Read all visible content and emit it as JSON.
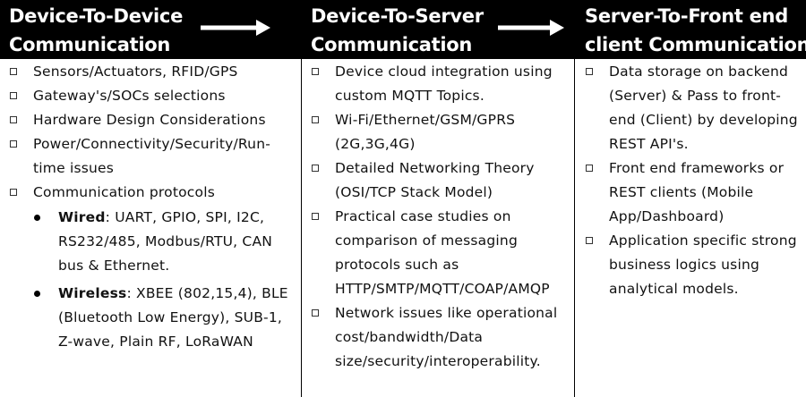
{
  "headers": [
    {
      "line1": "Device-To-Device",
      "line2": "Communication"
    },
    {
      "line1": "Device-To-Server",
      "line2": "Communication"
    },
    {
      "line1": "Server-To-Front end",
      "line2": "client Communication"
    }
  ],
  "columns": [
    {
      "items": [
        "Sensors/Actuators, RFID/GPS",
        "Gateway's/SOCs selections",
        "Hardware Design Considerations",
        "Power/Connectivity/Security/Run-time issues",
        "Communication protocols"
      ],
      "subitems": [
        {
          "label": "Wired",
          "text": ": UART, GPIO, SPI, I2C, RS232/485, Modbus/RTU, CAN bus & Ethernet."
        },
        {
          "label": "Wireless",
          "text": ": XBEE (802,15,4), BLE (Bluetooth Low Energy), SUB-1, Z-wave, Plain RF, LoRaWAN"
        }
      ]
    },
    {
      "items": [
        "Device cloud integration using custom MQTT Topics.",
        "Wi-Fi/Ethernet/GSM/GPRS (2G,3G,4G)",
        "Detailed Networking Theory (OSI/TCP Stack Model)",
        "Practical case studies on comparison of messaging protocols such as HTTP/SMTP/MQTT/COAP/AMQP",
        "Network issues like operational cost/bandwidth/Data size/security/interoperability."
      ]
    },
    {
      "items": [
        "Data storage on backend (Server) & Pass to front-end (Client) by developing REST API's.",
        "Front end frameworks or REST clients (Mobile App/Dashboard)",
        "Application specific strong business logics using analytical models."
      ]
    }
  ]
}
